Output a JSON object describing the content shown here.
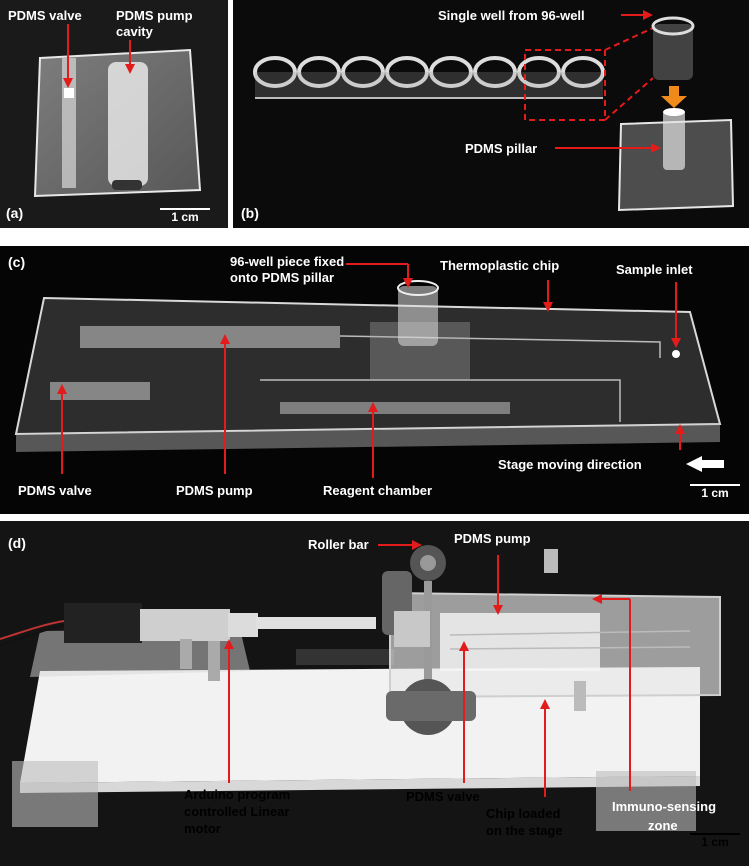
{
  "panel_a": {
    "letter": "(a)",
    "labels": {
      "valve": "PDMS valve",
      "pump_line1": "PDMS pump",
      "pump_line2": "cavity"
    },
    "scale": "1 cm"
  },
  "panel_b": {
    "letter": "(b)",
    "labels": {
      "single_well": "Single well from 96-well",
      "pillar": "PDMS pillar"
    }
  },
  "panel_c": {
    "letter": "(c)",
    "labels": {
      "piece_line1": "96-well piece fixed",
      "piece_line2": "onto PDMS pillar",
      "chip": "Thermoplastic chip",
      "inlet": "Sample inlet",
      "valve": "PDMS valve",
      "pump": "PDMS pump",
      "reagent": "Reagent chamber",
      "direction": "Stage moving direction"
    },
    "scale": "1 cm"
  },
  "panel_d": {
    "letter": "(d)",
    "labels": {
      "roller": "Roller bar",
      "pump": "PDMS pump",
      "motor_line1": "Arduino program",
      "motor_line2": "controlled Linear",
      "motor_line3": "motor",
      "valve": "PDMS valve",
      "chip_line1": "Chip loaded",
      "chip_line2": "on the stage",
      "immuno_line1": "Immuno-sensing",
      "immuno_line2": "zone"
    },
    "scale": "1 cm"
  },
  "colors": {
    "arrow": "#e41b1b",
    "background": "#000000",
    "stage": "#f2f2f2"
  }
}
